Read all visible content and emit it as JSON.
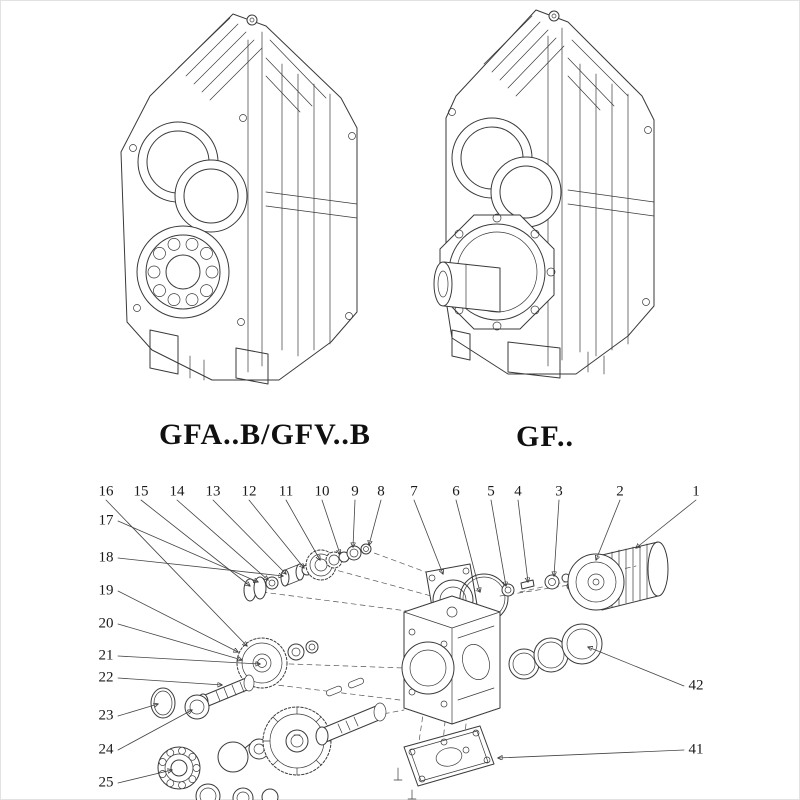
{
  "page": {
    "background": "#ffffff",
    "line_color": "#3a3a3a"
  },
  "models": {
    "left_label": "GFA..B/GFV..B",
    "right_label": "GF.."
  },
  "exploded_view": {
    "part_numbers_top": [
      "16",
      "15",
      "14",
      "13",
      "12",
      "11",
      "10",
      "9",
      "8",
      "7",
      "6",
      "5",
      "4",
      "3",
      "2",
      "1"
    ],
    "part_numbers_left": [
      "17",
      "18",
      "19",
      "20",
      "21",
      "22",
      "23",
      "24",
      "25"
    ],
    "part_numbers_right": [
      "42",
      "41"
    ]
  }
}
